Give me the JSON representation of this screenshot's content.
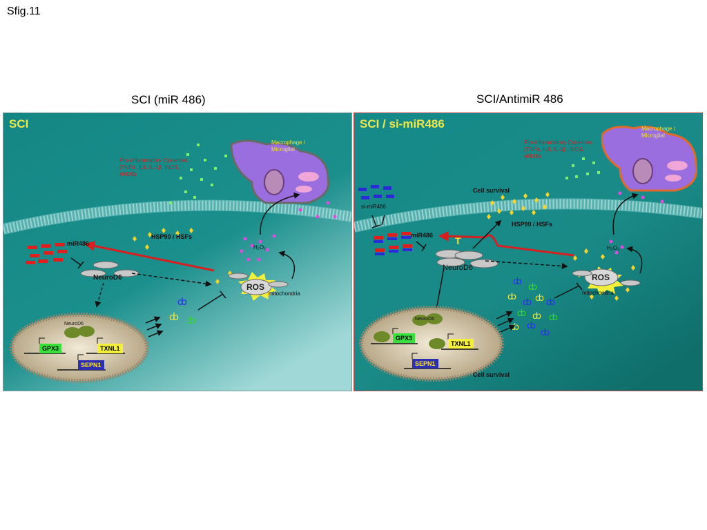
{
  "slide": {
    "label": "Sfig.11"
  },
  "left": {
    "heading": "SCI (miR 486)",
    "panel_title": "SCI",
    "macrophage": "Macrophage / Microglial",
    "cytokines": "Pro-inflammatory Cytokines (TNFα, IL6, IL-1β, iNOS, eNOS)",
    "mirna": "miR486",
    "neurod6": "NeuroD6",
    "neurod6_nucleus": "NeuroD6",
    "hsp": "HSP90 / HSFs",
    "h2o2": "H₂O₂",
    "ros": "ROS",
    "mitochondria": "mitochondria",
    "gpx3": "GPX3",
    "txnl1": "TXNL1",
    "sepn1": "SEPN1"
  },
  "right": {
    "heading": "SCI/AntimiR 486",
    "panel_title": "SCI / si-miR486",
    "macrophage": "Macrophage / Microglial",
    "cytokines": "Pro-inflammatory Cytokines (TNFα, IL6, IL-1β, iNOS, eNOS)",
    "si_mirna": "si-miR486",
    "mirna": "miR486",
    "neurod6": "NeuroD6",
    "neurod6_nucleus": "NeuroD6",
    "cell_survival_top": "Cell survival",
    "cell_survival_bottom": "Cell survival",
    "hsp": "HSP90 / HSFs",
    "h2o2": "H₂O₂",
    "ros": "ROS",
    "mitochondria": "mitochondria",
    "gpx3": "GPX3",
    "txnl1": "TXNL1",
    "sepn1": "SEPN1"
  },
  "colors": {
    "panel_bg": "#1c8c8a",
    "arrow_red": "#d81e1e",
    "macrophage": "#9b6ee0",
    "ros_star": "#f3f03c"
  }
}
